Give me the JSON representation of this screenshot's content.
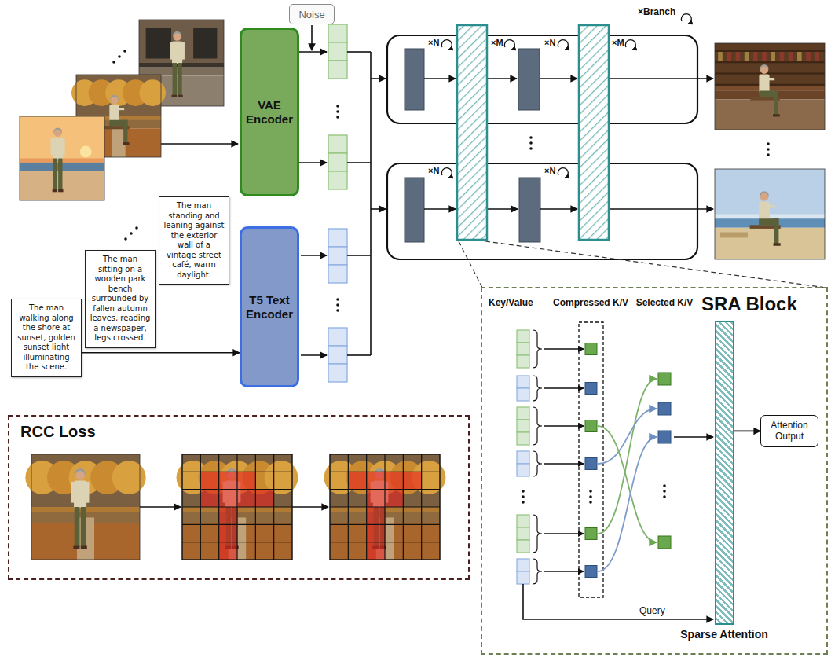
{
  "diagram": {
    "nodes": [
      {
        "text": [
          "Noise"
        ]
      },
      {
        "text": [
          "VAE Encoder"
        ]
      },
      {
        "text": [
          "The man standing and leaning against the exterior wall of a vintage street café, warm daylight."
        ]
      },
      {
        "text": [
          "The man sitting on a wooden park bench surrounded by fallen autumn leaves, reading a newspaper, legs crossed."
        ]
      },
      {
        "text": [
          "The man walking along the shore at sunset, golden sunset light illuminating the scene."
        ]
      },
      {
        "text": [
          "T5 Text Encoder"
        ]
      },
      {
        "text": [
          "SRA Block"
        ]
      },
      {
        "text": [
          "Attention Output"
        ],
        "in": 6
      },
      {
        "text": [
          "Sparse Attention"
        ],
        "in": 6
      },
      {
        "text": [
          "RCC Loss"
        ]
      }
    ],
    "edges": [
      {
        "from": 4,
        "to": 5,
        "arrow": "to"
      },
      {
        "from": 8,
        "to": 7,
        "arrow": "to"
      }
    ],
    "labels": [
      "×Branch",
      "×N",
      "×M",
      "×N",
      "×M",
      "×N",
      "×N",
      "Key/Value",
      "Compressed K/V",
      "Selected K/V",
      "Query"
    ]
  }
}
